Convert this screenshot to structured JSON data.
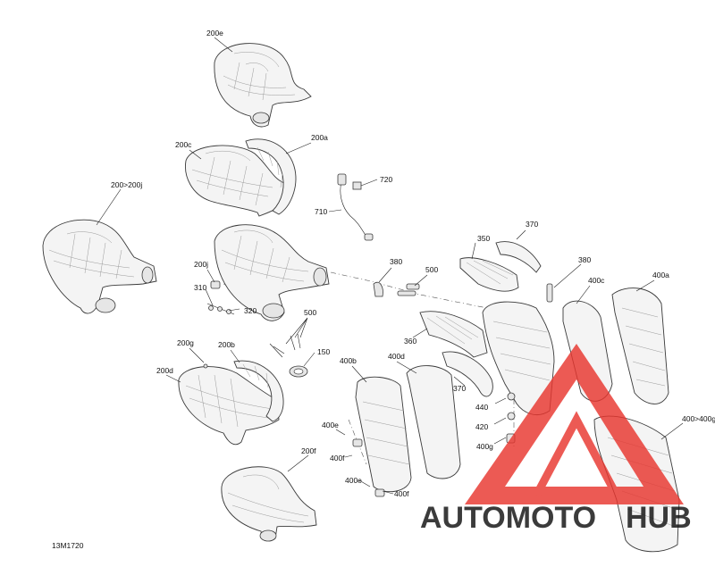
{
  "diagram": {
    "code": "13M1720",
    "callouts": {
      "c200e": "200e",
      "c200c": "200c",
      "c200a": "200a",
      "c200_200j": "200>200j",
      "c720": "720",
      "c710": "710",
      "c200j": "200j",
      "c310": "310",
      "c320": "320",
      "c380a": "380",
      "c500a": "500",
      "c500b": "500",
      "c350": "350",
      "c370a": "370",
      "c380b": "380",
      "c400c": "400c",
      "c400a": "400a",
      "c360": "360",
      "c150": "150",
      "c200g": "200g",
      "c200b": "200b",
      "c200d": "200d",
      "c400b": "400b",
      "c400d": "400d",
      "c370b": "370",
      "c440": "440",
      "c420": "420",
      "c400_400g": "400>400g",
      "c400e_a": "400e",
      "c400f_a": "400f",
      "c400g": "400g",
      "c200f": "200f",
      "c400e_b": "400e",
      "c400f_b": "400f"
    }
  },
  "watermark": {
    "brand_part1": "AUTOMOTO",
    "brand_part2": "HUB",
    "color_primary": "#e8362f",
    "color_secondary": "#f3b62b",
    "color_dark": "#1d1d1d"
  }
}
